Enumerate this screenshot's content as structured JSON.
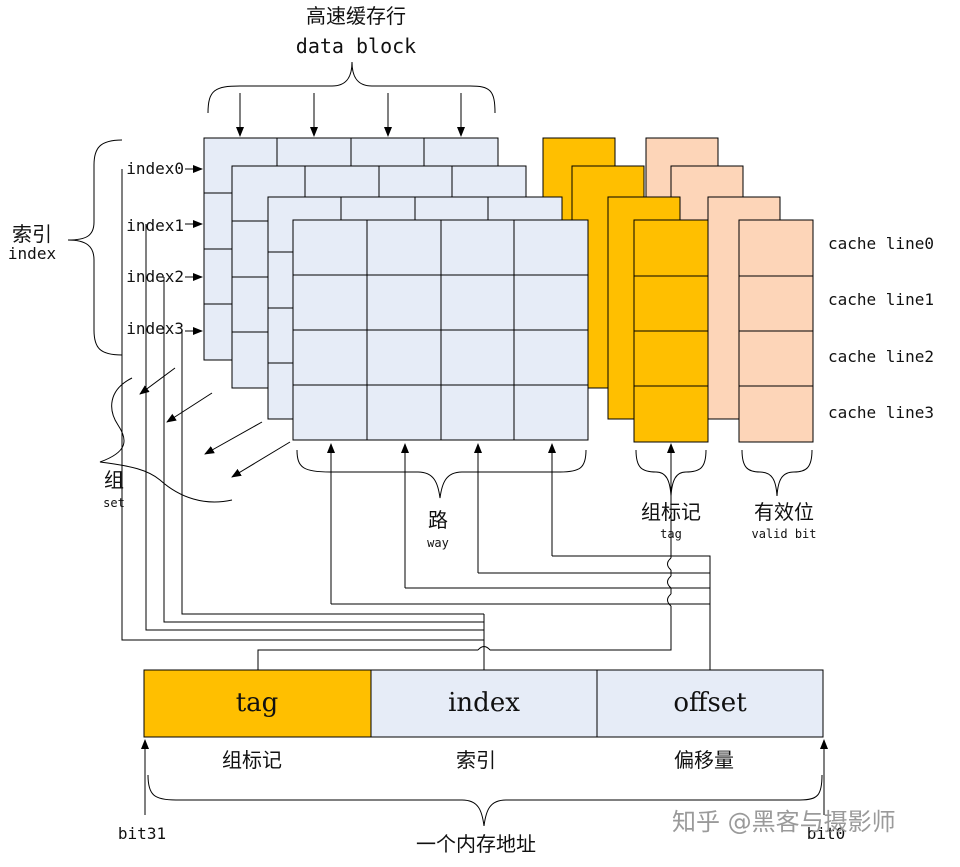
{
  "labels": {
    "data_block_cn": "高速缓存行",
    "data_block_en": "data block",
    "index_cn": "索引",
    "index_en": "index",
    "set_cn": "组",
    "set_en": "set",
    "way_cn": "路",
    "way_en": "way",
    "tag_cn": "组标记",
    "tag_en": "tag",
    "valid_cn": "有效位",
    "valid_en": "valid bit",
    "index_rows": [
      "index0",
      "index1",
      "index2",
      "index3"
    ],
    "cache_lines": [
      "cache line0",
      "cache line1",
      "cache line2",
      "cache line3"
    ]
  },
  "address": {
    "fields": [
      {
        "name": "tag",
        "caption": "组标记",
        "color": "#ffbf00"
      },
      {
        "name": "index",
        "caption": "索引",
        "color": "#e6ecf7"
      },
      {
        "name": "offset",
        "caption": "偏移量",
        "color": "#e6ecf7"
      }
    ],
    "bit_high": "bit31",
    "bit_low": "bit0",
    "caption": "一个内存地址"
  },
  "colors": {
    "block_fill": "#e6ecf7",
    "tag_fill": "#ffbf00",
    "valid_fill": "#fdd5b8",
    "line": "#000000"
  },
  "watermark": "知乎 @黑客与摄影师"
}
